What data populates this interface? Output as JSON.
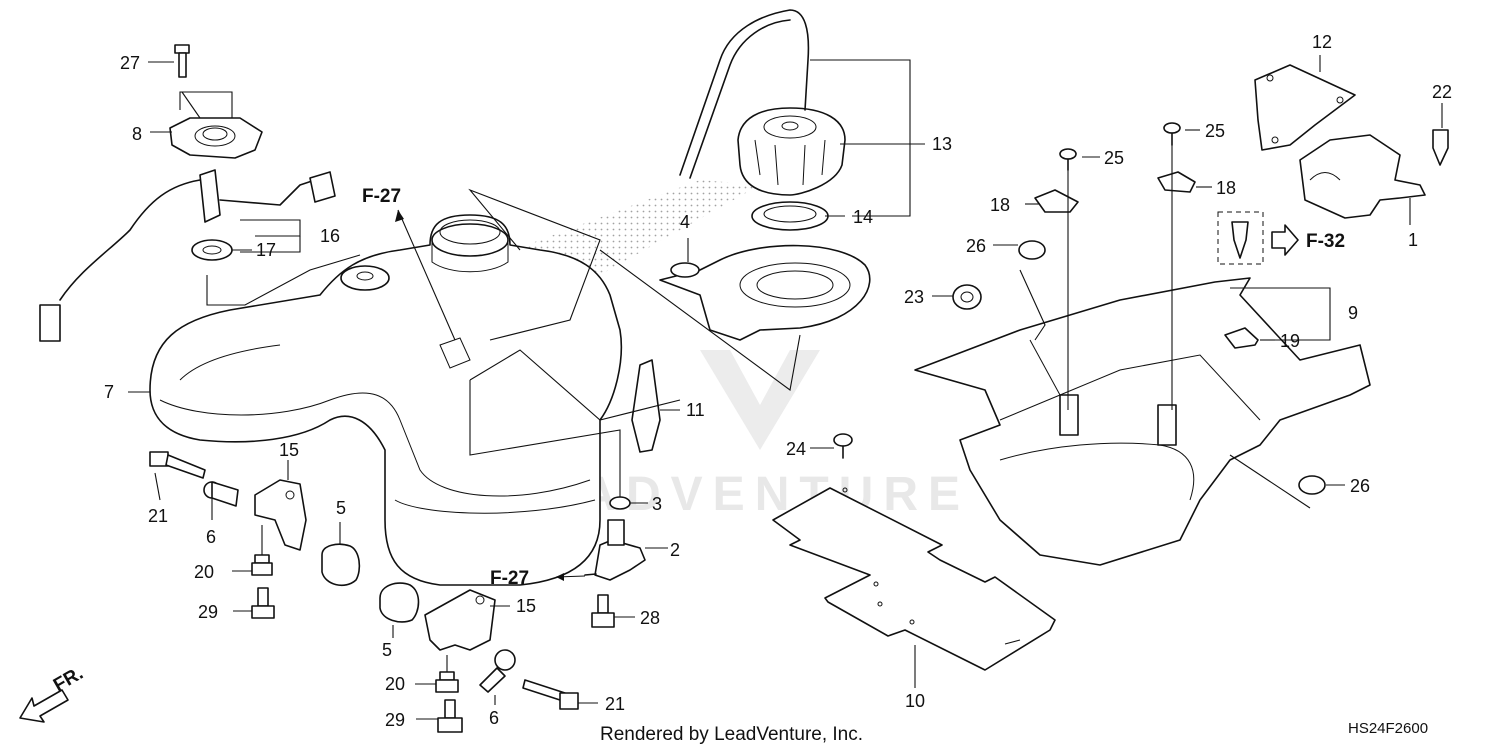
{
  "watermark": {
    "text": "LEADVENTURE"
  },
  "callouts": {
    "c1": "1",
    "c2": "2",
    "c3": "3",
    "c4": "4",
    "c5a": "5",
    "c5b": "5",
    "c6a": "6",
    "c6b": "6",
    "c7": "7",
    "c8": "8",
    "c9": "9",
    "c10": "10",
    "c11": "11",
    "c12": "12",
    "c13": "13",
    "c14": "14",
    "c15a": "15",
    "c15b": "15",
    "c16": "16",
    "c17": "17",
    "c18a": "18",
    "c18b": "18",
    "c19": "19",
    "c20a": "20",
    "c20b": "20",
    "c21a": "21",
    "c21b": "21",
    "c22": "22",
    "c23": "23",
    "c24": "24",
    "c25a": "25",
    "c25b": "25",
    "c26a": "26",
    "c26b": "26",
    "c27": "27",
    "c28": "28",
    "c29a": "29",
    "c29b": "29"
  },
  "references": {
    "ref_top": "F-27",
    "ref_mid": "F-27",
    "ref_right": "F-32"
  },
  "direction": {
    "label": "FR."
  },
  "footer": {
    "credit": "Rendered by LeadVenture, Inc.",
    "code": "HS24F2600"
  },
  "icons": [
    "front-direction-arrow-icon",
    "reference-arrow-icon"
  ]
}
